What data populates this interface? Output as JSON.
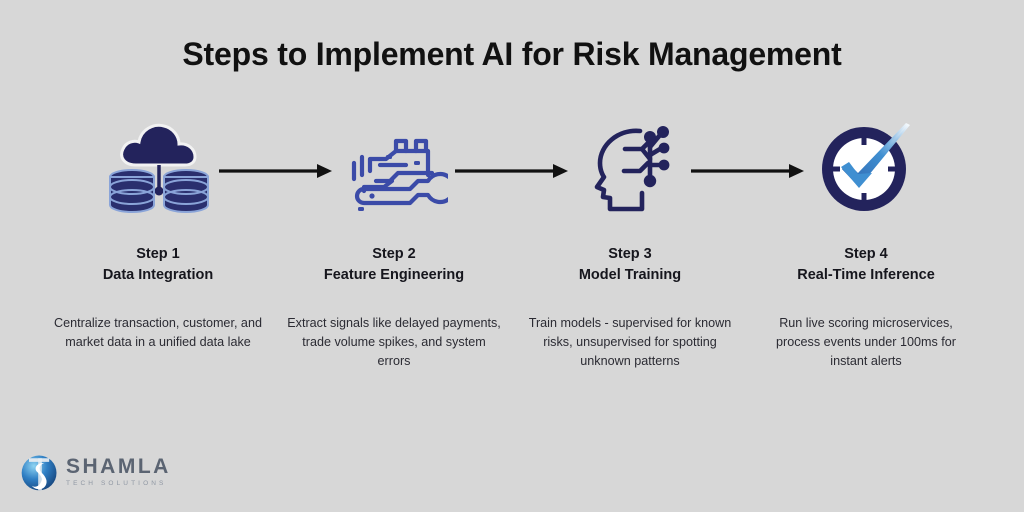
{
  "page": {
    "title": "Steps to Implement AI for Risk Management",
    "background_color": "#d7d7d7",
    "title_color": "#111111"
  },
  "colors": {
    "navy": "#23235c",
    "royal_blue": "#3b4ba8",
    "mid_blue": "#2f64ad",
    "light_blue": "#3f8fd1",
    "arrow": "#111111",
    "heading_text": "#16161d",
    "body_text": "#2b2b33"
  },
  "steps": [
    {
      "icon": "cloud-database-icon",
      "number_label": "Step 1",
      "name": "Data Integration",
      "description": "Centralize transaction, customer, and market data in a unified data lake"
    },
    {
      "icon": "wrench-circuit-icon",
      "number_label": "Step 2",
      "name": "Feature Engineering",
      "description": "Extract signals like delayed payments, trade volume spikes, and system errors"
    },
    {
      "icon": "ai-head-network-icon",
      "number_label": "Step 3",
      "name": "Model Training",
      "description": "Train models - supervised for known risks, unsupervised for spotting unknown patterns"
    },
    {
      "icon": "clock-checkmark-icon",
      "number_label": "Step 4",
      "name": "Real-Time Inference",
      "description": "Run live scoring microservices, process events under 100ms for instant alerts"
    }
  ],
  "connectors": [
    {
      "icon": "arrow-right-icon"
    },
    {
      "icon": "arrow-right-icon"
    },
    {
      "icon": "arrow-right-icon"
    }
  ],
  "logo": {
    "mark": "shamla-globe-s-icon",
    "name": "SHAMLA",
    "tagline": "TECH SOLUTIONS"
  }
}
